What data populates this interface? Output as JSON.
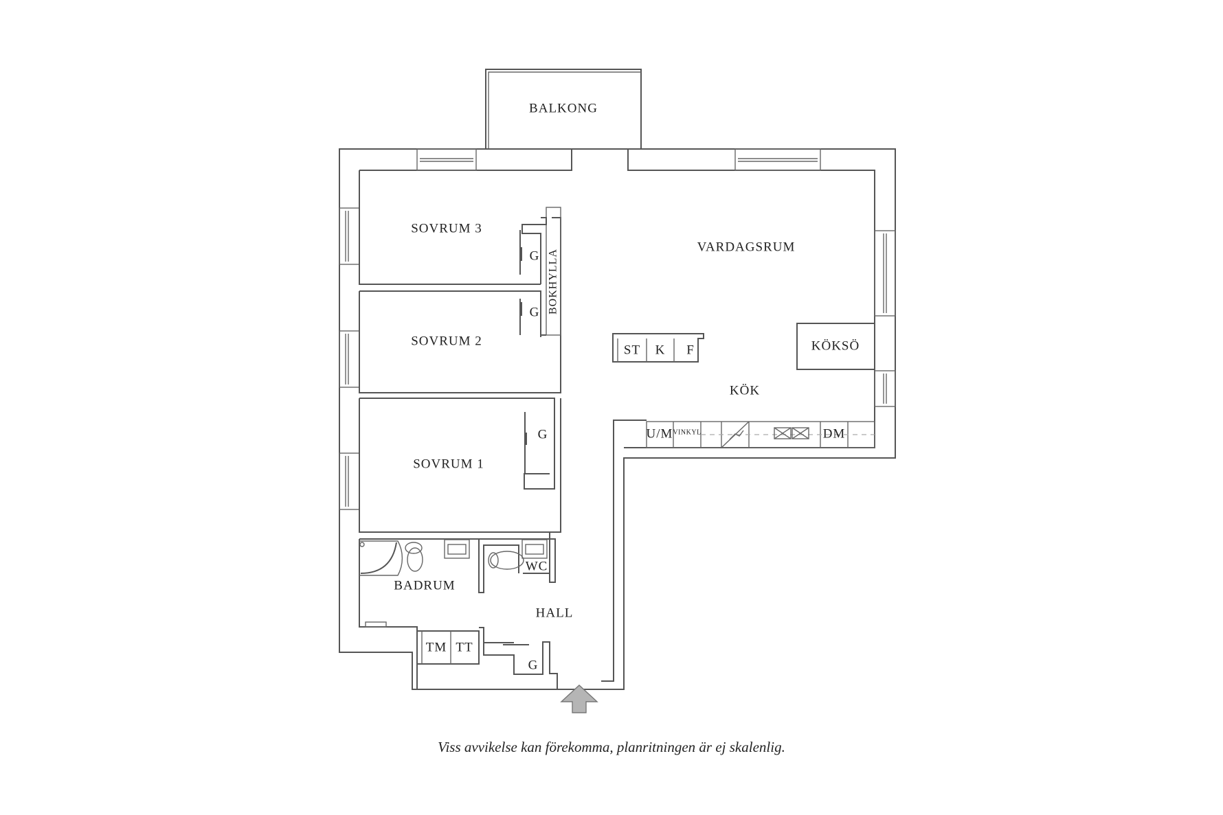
{
  "plan": {
    "rooms": {
      "balkong": "BALKONG",
      "sovrum3": "SOVRUM 3",
      "sovrum2": "SOVRUM 2",
      "sovrum1": "SOVRUM 1",
      "vardagsrum": "VARDAGSRUM",
      "kok": "KÖK",
      "koks_o": "KÖKSÖ",
      "badrum": "BADRUM",
      "wc": "WC",
      "hall": "HALL",
      "bokhylla": "BOKHYLLA"
    },
    "closets": {
      "sovrum3_closet": "G",
      "sovrum2_closet": "G",
      "sovrum1_closet": "G",
      "hall_closet": "G"
    },
    "appliances": {
      "island": [
        "ST",
        "K",
        "F"
      ],
      "counter_um": "U/M",
      "counter_vinkyl": "VINKYL",
      "counter_dm": "DM",
      "laundry": [
        "TM",
        "TT"
      ]
    },
    "entrance_icon": "entrance-arrow-icon"
  },
  "footer": {
    "disclaimer": "Viss avvikelse kan förekomma, planritningen är ej skalenlig."
  },
  "colors": {
    "wall": "#555555",
    "arrow_fill": "#b5b5b5",
    "background": "#ffffff"
  }
}
